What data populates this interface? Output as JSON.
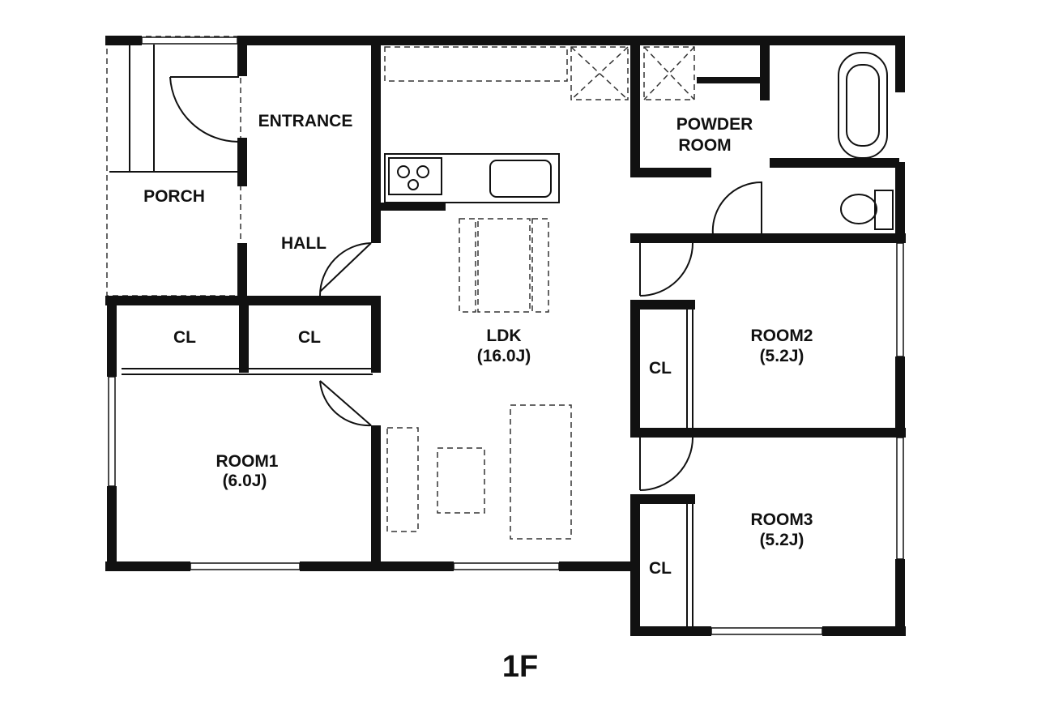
{
  "plan": {
    "floor_label": "1F",
    "rooms": {
      "entrance": "ENTRANCE",
      "porch": "PORCH",
      "hall": "HALL",
      "powder_room_line1": "POWDER",
      "powder_room_line2": "ROOM",
      "closet_1": "CL",
      "closet_2": "CL",
      "ldk": "LDK",
      "ldk_size": "(16.0J)",
      "room1": "ROOM1",
      "room1_size": "(6.0J)",
      "room2": "ROOM2",
      "room2_size": "(5.2J)",
      "closet_room2": "CL",
      "room3": "ROOM3",
      "room3_size": "(5.2J)",
      "closet_room3": "CL"
    }
  }
}
